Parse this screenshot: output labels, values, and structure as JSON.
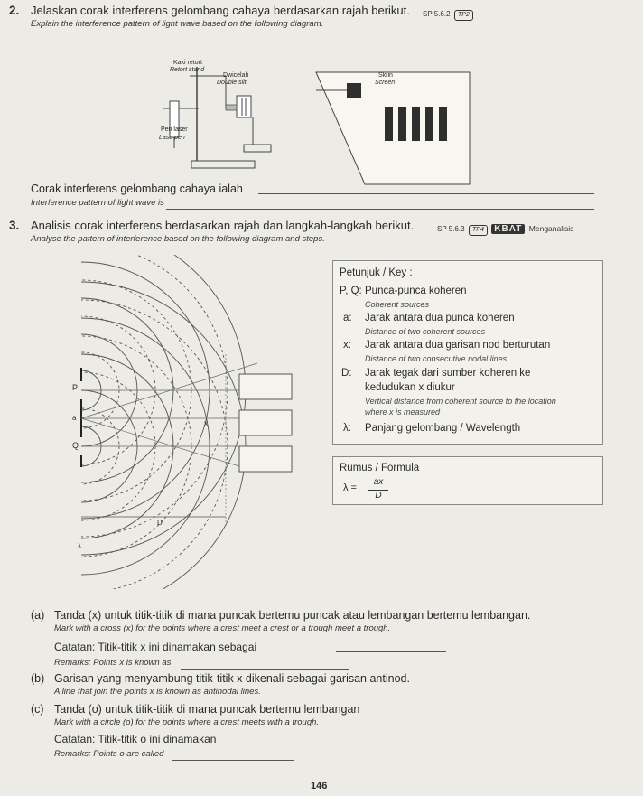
{
  "q2": {
    "number": "2.",
    "text_ms": "Jelaskan corak interferens gelombang cahaya berdasarkan rajah berikut.",
    "sp": "SP 5.6.2",
    "tp": "TP2",
    "text_en": "Explain the interference pattern of light wave based on the following diagram.",
    "diagram_labels": {
      "retort_ms": "Kaki retort",
      "retort_en": "Retort stand",
      "slit_ms": "Dwicelah",
      "slit_en": "Double slit",
      "laser_ms": "Pen laser",
      "laser_en": "Lase pen",
      "screen_ms": "Skrin",
      "screen_en": "Screen"
    },
    "answer_label_ms": "Corak interferens gelombang cahaya ialah",
    "answer_label_en": "Interference pattern of light wave is"
  },
  "q3": {
    "number": "3.",
    "text_ms": "Analisis corak interferens berdasarkan rajah dan langkah-langkah berikut.",
    "sp": "SP 5.6.3",
    "tp": "TP4",
    "kbat": "KBAT",
    "kbat_skill": "Menganalisis",
    "text_en": "Analyse the pattern of interference based on the following diagram and steps.",
    "diagram_labels": {
      "p": "P",
      "q": "Q",
      "a": "a",
      "x": "x",
      "d": "D",
      "lambda": "λ"
    },
    "key": {
      "title": "Petunjuk / Key :",
      "items": [
        {
          "sym": "P, Q:",
          "ms": "Punca-punca koheren",
          "en": "Coherent sources"
        },
        {
          "sym": "a:",
          "ms": "Jarak antara dua punca koheren",
          "en": "Distance of two coherent sources"
        },
        {
          "sym": "x:",
          "ms": "Jarak antara dua garisan nod berturutan",
          "en": "Distance of two consecutive nodal lines"
        },
        {
          "sym": "D:",
          "ms": "Jarak tegak dari sumber koheren ke",
          "ms2": "kedudukan x diukur",
          "en": "Vertical distance from coherent source to the location",
          "en2": "where x is measured"
        },
        {
          "sym": "λ:",
          "ms": "Panjang gelombang / Wavelength",
          "en": ""
        }
      ]
    },
    "formula": {
      "title": "Rumus / Formula",
      "lhs": "λ =",
      "num": "ax",
      "den": "D"
    },
    "parts": {
      "a": {
        "label": "(a)",
        "ms": "Tanda (x) untuk titik-titik di mana puncak bertemu puncak atau lembangan bertemu lembangan.",
        "en": "Mark with a cross (x) for the points where a crest meet a crest or a trough meet a trough.",
        "note_ms": "Catatan: Titik-titik x ini dinamakan sebagai",
        "note_en": "Remarks: Points x is known as"
      },
      "b": {
        "label": "(b)",
        "ms": "Garisan yang menyambung titik-titik x dikenali sebagai garisan antinod.",
        "en": "A line that join the points x is known as antinodal lines."
      },
      "c": {
        "label": "(c)",
        "ms": "Tanda (o) untuk titik-titik di mana puncak bertemu lembangan",
        "en": "Mark with a circle (o) for the points where a crest meets with a trough.",
        "note_ms": "Catatan: Titik-titik o ini dinamakan",
        "note_en": "Remarks: Points o are called"
      }
    }
  },
  "page_number": "146"
}
